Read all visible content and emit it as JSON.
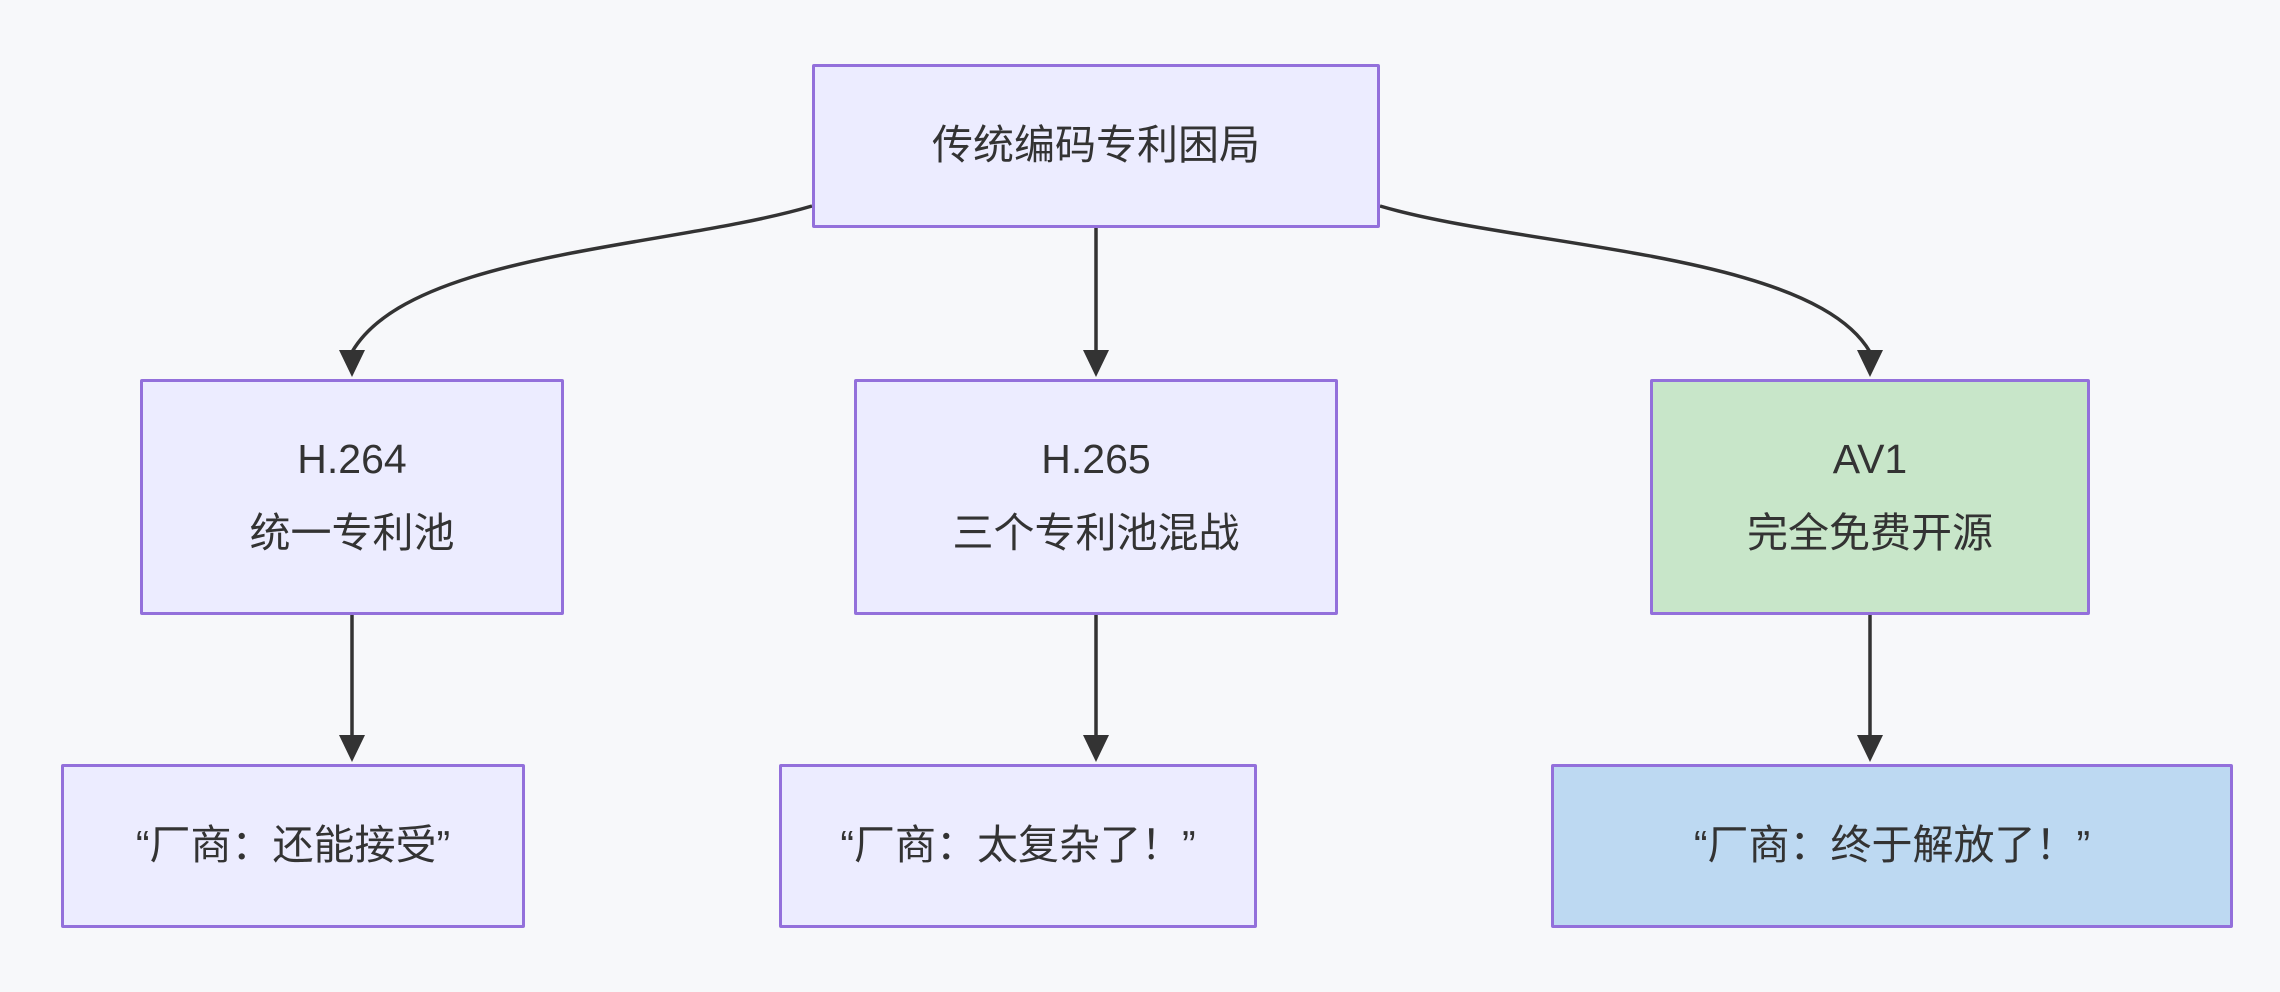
{
  "diagram": {
    "type": "flowchart-top-down",
    "background": "#F7F8FA",
    "colors": {
      "node_fill_default": "#ECECFF",
      "node_border": "#9370DB",
      "node_fill_green": "#C8E6C9",
      "node_fill_blue": "#BDD9F2",
      "edge": "#333333",
      "text": "#333333"
    },
    "nodes": {
      "root": {
        "lines": [
          "传统编码专利困局"
        ],
        "fill": "#ECECFF",
        "border": "#9370DB"
      },
      "h264": {
        "lines": [
          "H.264",
          "统一专利池"
        ],
        "fill": "#ECECFF",
        "border": "#9370DB"
      },
      "h265": {
        "lines": [
          "H.265",
          "三个专利池混战"
        ],
        "fill": "#ECECFF",
        "border": "#9370DB"
      },
      "av1": {
        "lines": [
          "AV1",
          "完全免费开源"
        ],
        "fill": "#C8E6C9",
        "border": "#9370DB"
      },
      "h264_verdict": {
        "lines": [
          "“厂商：还能接受”"
        ],
        "fill": "#ECECFF",
        "border": "#9370DB"
      },
      "h265_verdict": {
        "lines": [
          "“厂商：太复杂了！”"
        ],
        "fill": "#ECECFF",
        "border": "#9370DB"
      },
      "av1_verdict": {
        "lines": [
          "“厂商：终于解放了！”"
        ],
        "fill": "#BDD9F2",
        "border": "#9370DB"
      }
    },
    "edges": [
      {
        "from": "root",
        "to": "h264"
      },
      {
        "from": "root",
        "to": "h265"
      },
      {
        "from": "root",
        "to": "av1"
      },
      {
        "from": "h264",
        "to": "h264_verdict"
      },
      {
        "from": "h265",
        "to": "h265_verdict"
      },
      {
        "from": "av1",
        "to": "av1_verdict"
      }
    ]
  }
}
